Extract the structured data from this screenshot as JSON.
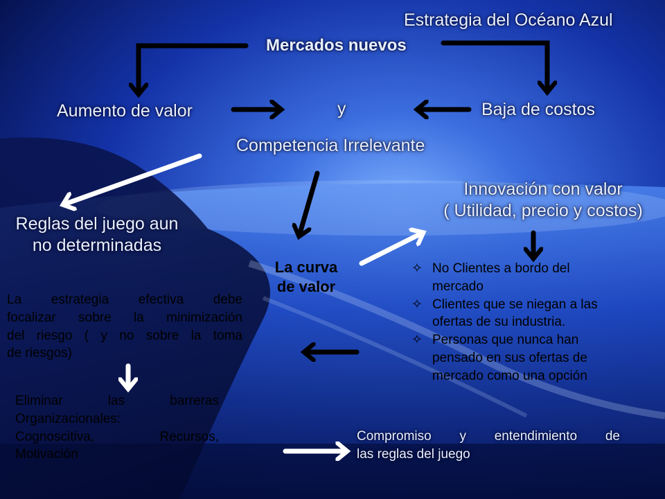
{
  "title": "Estrategia del  Océano Azul",
  "nodes": {
    "mercados_nuevos": "Mercados nuevos",
    "aumento_valor": "Aumento de valor",
    "y": "y",
    "baja_costos": "Baja de costos",
    "competencia": "Competencia Irrelevante",
    "reglas_line1": "Reglas del juego aun",
    "reglas_line2": "no determinadas",
    "innovacion_line1": "Innovación con valor",
    "innovacion_line2": "( Utilidad, precio y costos)",
    "curva_line1": "La curva",
    "curva_line2": "de valor",
    "estrategia_line1": "La estrategia efectiva debe",
    "estrategia_line2": "focalizar sobre la minimización",
    "estrategia_line3": "del riesgo ( y no sobre la toma",
    "estrategia_line4": "de riesgos)",
    "eliminar_line1": "Eliminar las barreras",
    "eliminar_line2": "Organizacionales:",
    "eliminar_line3": "Cognoscitiva, Recursos,",
    "eliminar_line4": "Motivación",
    "compromiso_line1": "Compromiso y entendimiento de",
    "compromiso_line2": "las reglas del juego"
  },
  "bullets": {
    "marker": "✧",
    "items": [
      {
        "line1": "No Clientes a bordo del",
        "line2": "mercado"
      },
      {
        "line1": "Clientes que se niegan a las",
        "line2": "ofertas de su industria."
      },
      {
        "line1": "Personas que nunca han",
        "line2": "pensado en sus ofertas de",
        "line3": "mercado como una opción"
      }
    ]
  },
  "colors": {
    "light_text": "#e8f0ff",
    "dark_text": "#000000",
    "arrow_dark": "#000000",
    "arrow_light": "#ffffff"
  }
}
